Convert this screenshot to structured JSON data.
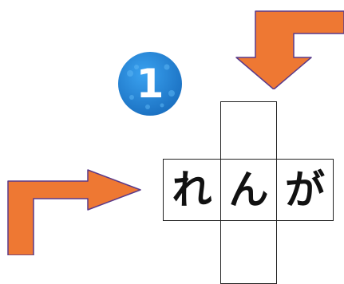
{
  "badge": {
    "number": "1",
    "color": "#1e7fd4"
  },
  "words": {
    "across": [
      "れ",
      "ん",
      "が"
    ]
  },
  "arrows": {
    "color": "#ee7833",
    "outline": "#5a3a8a",
    "down_arrow": "arrow-down",
    "right_arrow": "arrow-right"
  }
}
